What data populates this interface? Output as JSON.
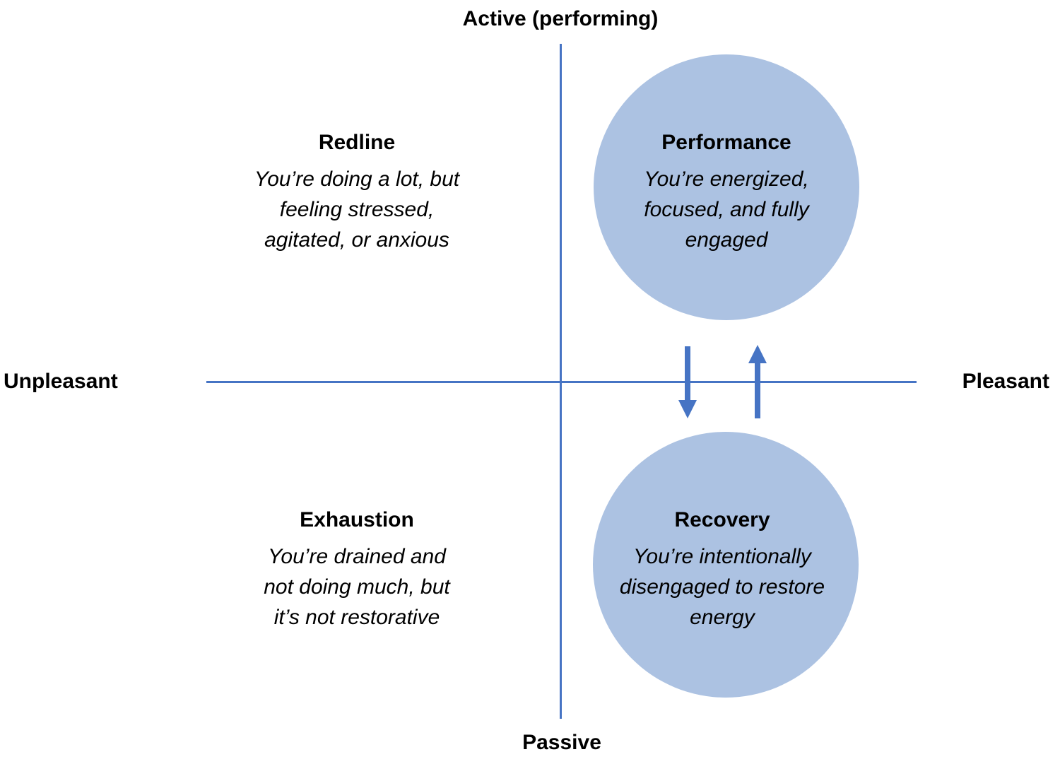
{
  "axes": {
    "top_label": "Active (performing)",
    "bottom_label": "Passive",
    "left_label": "Unpleasant",
    "right_label": "Pleasant"
  },
  "quadrants": {
    "redline": {
      "title": "Redline",
      "description": "You’re doing a lot, but\nfeeling stressed,\nagitated, or anxious"
    },
    "performance": {
      "title": "Performance",
      "description": "You’re energized,\nfocused, and fully\nengaged"
    },
    "exhaustion": {
      "title": "Exhaustion",
      "description": "You’re drained and\nnot doing much, but\nit’s not restorative"
    },
    "recovery": {
      "title": "Recovery",
      "description": "You’re intentionally\ndisengaged to restore\nenergy"
    }
  },
  "icons": {
    "down_arrow": "arrow-down-performance-to-recovery",
    "up_arrow": "arrow-up-recovery-to-performance"
  },
  "colors": {
    "circle_fill": "#ACC2E2",
    "axis_line": "#4674C4",
    "arrow": "#4674C4",
    "text": "#000000",
    "background": "#FFFFFF"
  }
}
